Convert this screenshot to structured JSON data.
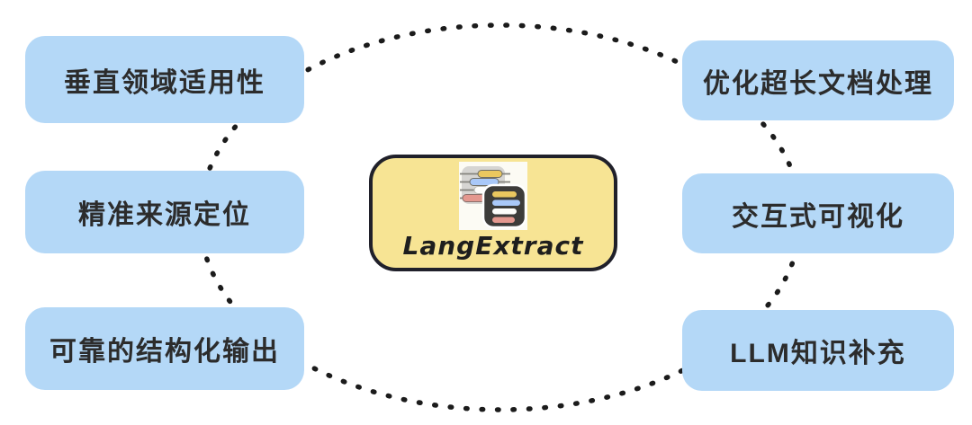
{
  "diagram": {
    "center": {
      "label": "LangExtract",
      "icon": "langextract-logo-icon"
    },
    "features_left": [
      "垂直领域适用性",
      "精准来源定位",
      "可靠的结构化输出"
    ],
    "features_right": [
      "优化超长文档处理",
      "交互式可视化",
      "LLM知识补充"
    ]
  },
  "colors": {
    "feature_bg": "#B4D8F7",
    "feature_text": "#2C2C2C",
    "ellipse_dots": "#1B1B1B",
    "center_bg": "#F7E494",
    "center_border": "#20202A",
    "center_text": "#1E1E1E",
    "logo_tile": "#FCFBF4",
    "logo_gray": "#D6D5D2",
    "logo_line": "#85847E",
    "logo_yellow": "#EAC75F",
    "logo_blue": "#A9C8F8",
    "logo_red": "#E4988F",
    "logo_white": "#FDFDFB",
    "logo_dark": "#3D3C3A"
  }
}
